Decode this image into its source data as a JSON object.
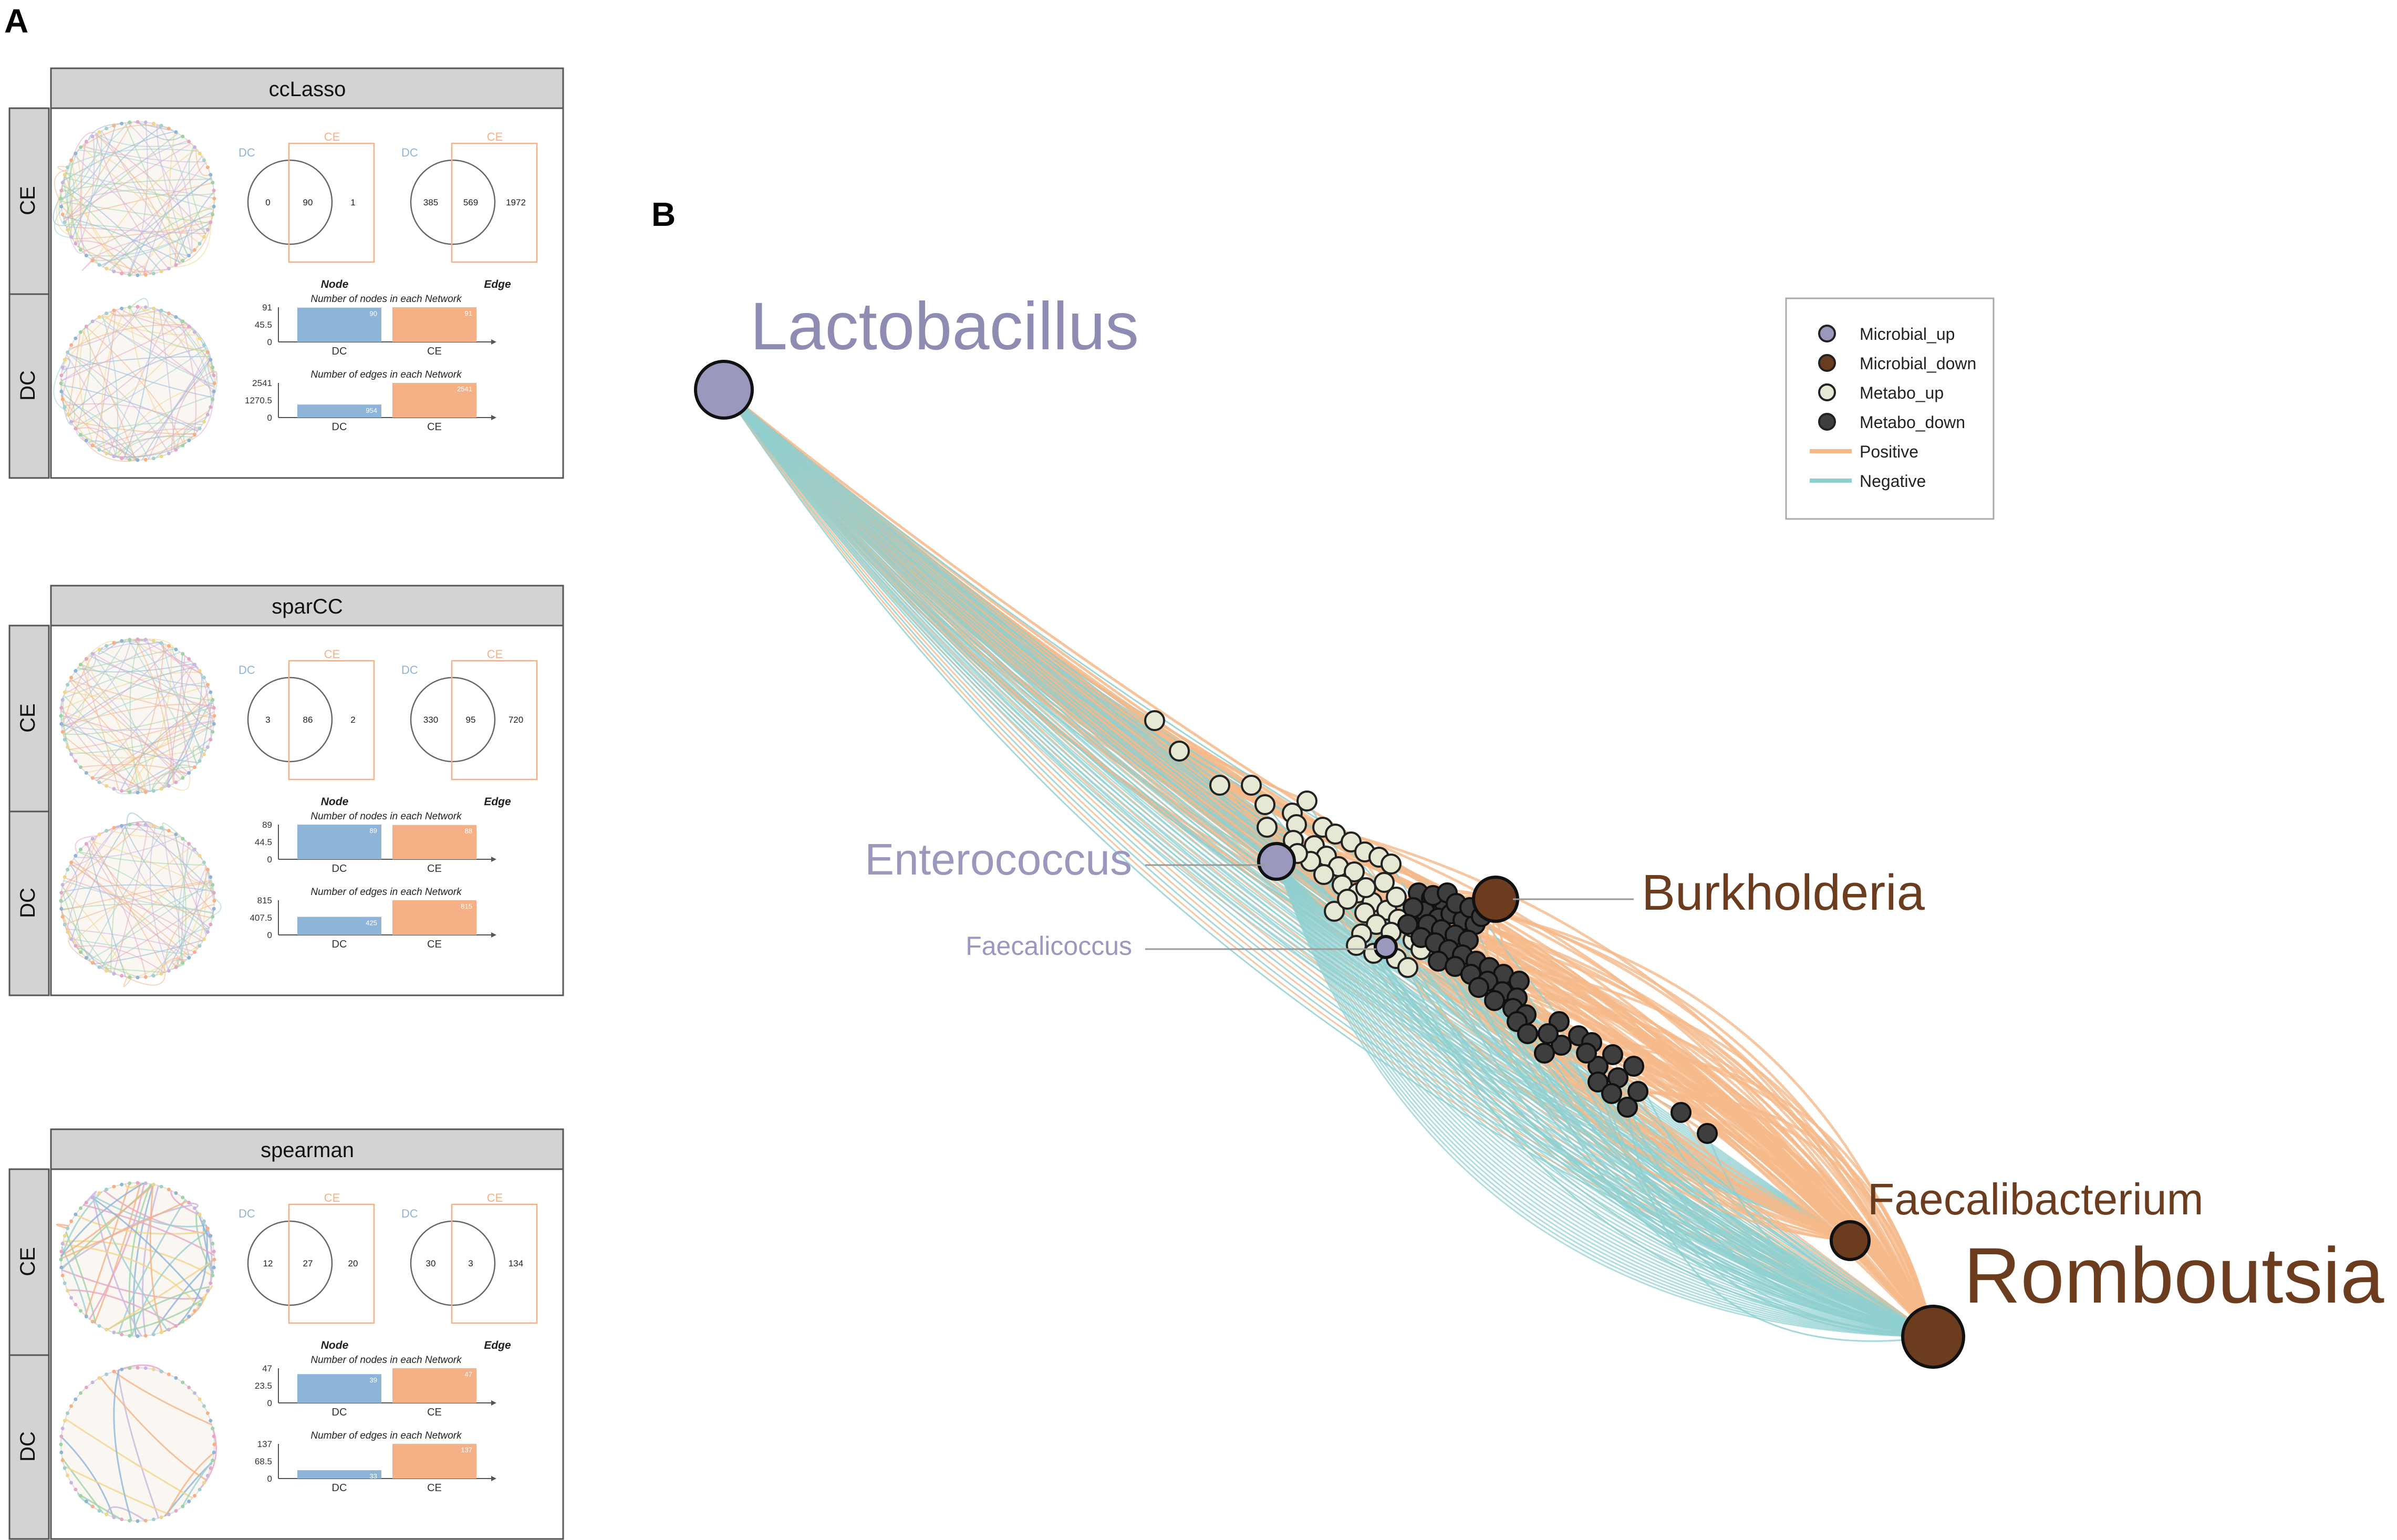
{
  "panel_a": {
    "label": "A",
    "blocks": [
      {
        "title": "ccLasso",
        "row_labels": [
          "CE",
          "DC"
        ],
        "node_venn": {
          "left_label": "DC",
          "right_label": "CE",
          "left_only": "0",
          "shared": "90",
          "right_only": "1",
          "caption": "Node"
        },
        "edge_venn": {
          "left_label": "DC",
          "right_label": "CE",
          "left_only": "385",
          "shared": "569",
          "right_only": "1972",
          "caption": "Edge"
        },
        "nodes_chart": {
          "title": "Number of nodes in each Network",
          "yticks": [
            "91",
            "45.5",
            "0"
          ],
          "categories": [
            "DC",
            "CE"
          ],
          "values": [
            90,
            91
          ],
          "ymax": 91,
          "bar_labels": [
            "90",
            "91"
          ]
        },
        "edges_chart": {
          "title": "Number of edges in each Network",
          "yticks": [
            "2541",
            "1270.5",
            "0"
          ],
          "categories": [
            "DC",
            "CE"
          ],
          "values": [
            954,
            2541
          ],
          "ymax": 2541,
          "bar_labels": [
            "954",
            "2541"
          ]
        }
      },
      {
        "title": "sparCC",
        "row_labels": [
          "CE",
          "DC"
        ],
        "node_venn": {
          "left_label": "DC",
          "right_label": "CE",
          "left_only": "3",
          "shared": "86",
          "right_only": "2",
          "caption": "Node"
        },
        "edge_venn": {
          "left_label": "DC",
          "right_label": "CE",
          "left_only": "330",
          "shared": "95",
          "right_only": "720",
          "caption": "Edge"
        },
        "nodes_chart": {
          "title": "Number of nodes in each Network",
          "yticks": [
            "89",
            "44.5",
            "0"
          ],
          "categories": [
            "DC",
            "CE"
          ],
          "values": [
            89,
            88
          ],
          "ymax": 89,
          "bar_labels": [
            "89",
            "88"
          ]
        },
        "edges_chart": {
          "title": "Number of edges in each Network",
          "yticks": [
            "815",
            "407.5",
            "0"
          ],
          "categories": [
            "DC",
            "CE"
          ],
          "values": [
            425,
            815
          ],
          "ymax": 815,
          "bar_labels": [
            "425",
            "815"
          ]
        }
      },
      {
        "title": "spearman",
        "row_labels": [
          "CE",
          "DC"
        ],
        "node_venn": {
          "left_label": "DC",
          "right_label": "CE",
          "left_only": "12",
          "shared": "27",
          "right_only": "20",
          "caption": "Node"
        },
        "edge_venn": {
          "left_label": "DC",
          "right_label": "CE",
          "left_only": "30",
          "shared": "3",
          "right_only": "134",
          "caption": "Edge"
        },
        "nodes_chart": {
          "title": "Number of nodes in each Network",
          "yticks": [
            "47",
            "23.5",
            "0"
          ],
          "categories": [
            "DC",
            "CE"
          ],
          "values": [
            39,
            47
          ],
          "ymax": 47,
          "bar_labels": [
            "39",
            "47"
          ]
        },
        "edges_chart": {
          "title": "Number of edges in each Network",
          "yticks": [
            "137",
            "68.5",
            "0"
          ],
          "categories": [
            "DC",
            "CE"
          ],
          "values": [
            33,
            137
          ],
          "ymax": 137,
          "bar_labels": [
            "33",
            "137"
          ]
        }
      }
    ]
  },
  "panel_b": {
    "label": "B",
    "nodes": {
      "lactobacillus": {
        "label": "Lactobacillus",
        "group": "Microbial_up"
      },
      "enterococcus": {
        "label": "Enterococcus",
        "group": "Microbial_up"
      },
      "faecalicoccus": {
        "label": "Faecalicoccus",
        "group": "Microbial_up"
      },
      "burkholderia": {
        "label": "Burkholderia",
        "group": "Microbial_down"
      },
      "faecalibacterium": {
        "label": "Faecalibacterium",
        "group": "Microbial_down"
      },
      "romboutsia": {
        "label": "Romboutsia",
        "group": "Microbial_down"
      }
    },
    "legend": [
      {
        "label": "Microbial_up",
        "kind": "dot",
        "color": "#9b98bd"
      },
      {
        "label": "Microbial_down",
        "kind": "dot",
        "color": "#6b3d1e"
      },
      {
        "label": "Metabo_up",
        "kind": "dot",
        "color": "#e6e8d3"
      },
      {
        "label": "Metabo_down",
        "kind": "dot",
        "color": "#3e3e3e"
      },
      {
        "label": "Positive",
        "kind": "line",
        "color": "#f5b98a"
      },
      {
        "label": "Negative",
        "kind": "line",
        "color": "#8ecfd0"
      }
    ]
  },
  "colors": {
    "dc_blue": "#8eb4d8",
    "ce_orange": "#f5b185",
    "microbial_up": "#9b98bd",
    "microbial_down": "#6b3d1e",
    "metabo_up": "#e6e8d3",
    "metabo_down": "#3e3e3e",
    "positive": "#f5b98a",
    "negative": "#8ecfd0",
    "lactobacillus_text": "#8f8cb3",
    "burkholderia_text": "#6b3d1e"
  }
}
